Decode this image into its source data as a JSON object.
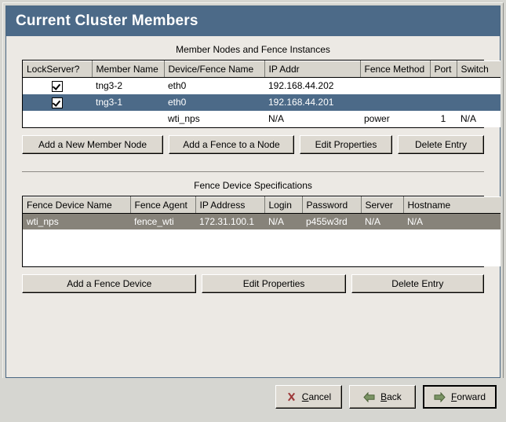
{
  "window": {
    "title": "Current Cluster Members",
    "title_color": "#4c6a88"
  },
  "section_members": {
    "heading": "Member Nodes and Fence Instances",
    "columns": [
      "LockServer?",
      "Member Name",
      "Device/Fence Name",
      "IP Addr",
      "Fence Method",
      "Port",
      "Switch"
    ],
    "rows": [
      {
        "selected": false,
        "lockserver_checked": true,
        "member_name": "tng3-2",
        "device_fence_name": "eth0",
        "ip_addr": "192.168.44.202",
        "fence_method": "",
        "port": "",
        "switch": ""
      },
      {
        "selected": true,
        "lockserver_checked": true,
        "member_name": "tng3-1",
        "device_fence_name": "eth0",
        "ip_addr": "192.168.44.201",
        "fence_method": "",
        "port": "",
        "switch": ""
      },
      {
        "selected": false,
        "lockserver_checked": false,
        "member_name": "",
        "device_fence_name": "wti_nps",
        "ip_addr": "N/A",
        "fence_method": "power",
        "port": "1",
        "switch": "N/A"
      }
    ],
    "buttons": [
      {
        "label": "Add a New Member Node"
      },
      {
        "label": "Add a Fence to a Node"
      },
      {
        "label": "Edit Properties"
      },
      {
        "label": "Delete Entry"
      }
    ],
    "selection_color": "#4c6a88"
  },
  "section_fence_devices": {
    "heading": "Fence Device Specifications",
    "columns": [
      "Fence Device Name",
      "Fence Agent",
      "IP Address",
      "Login",
      "Password",
      "Server",
      "Hostname"
    ],
    "rows": [
      {
        "selected": true,
        "fence_device_name": "wti_nps",
        "fence_agent": "fence_wti",
        "ip_address": "172.31.100.1",
        "login": "N/A",
        "password": "p455w3rd",
        "server": "N/A",
        "hostname": "N/A"
      }
    ],
    "buttons": [
      {
        "label": "Add a Fence Device"
      },
      {
        "label": "Edit Properties"
      },
      {
        "label": "Delete Entry"
      }
    ],
    "selection_color": "#87837a"
  },
  "footer": {
    "cancel": {
      "label_pre": "",
      "accel": "C",
      "label_post": "ancel",
      "icon": "cancel-x-icon",
      "icon_color": "#9e3b3b"
    },
    "back": {
      "label_pre": "",
      "accel": "B",
      "label_post": "ack",
      "icon": "arrow-left-icon",
      "icon_color": "#7b9465"
    },
    "forward": {
      "label_pre": "",
      "accel": "F",
      "label_post": "orward",
      "icon": "arrow-right-icon",
      "icon_color": "#7b9465"
    }
  }
}
